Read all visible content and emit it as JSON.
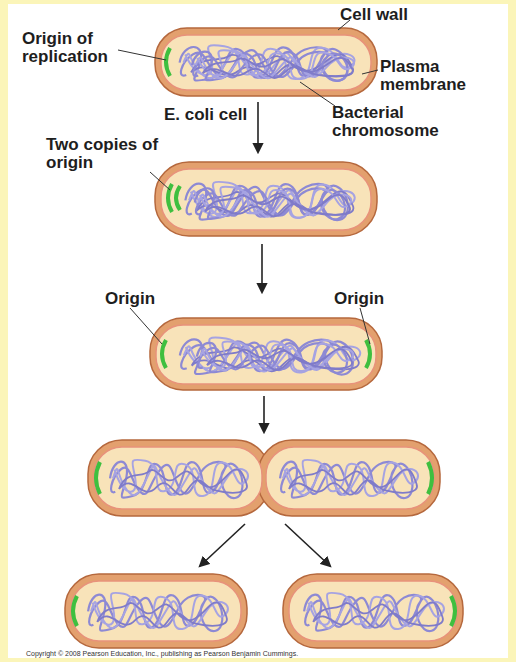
{
  "diagram": {
    "labels": [
      "Cell wall",
      "Origin of replication",
      "Plasma membrane",
      "E. coli cell",
      "Bacterial chromosome",
      "Two copies of origin",
      "Origin",
      "Origin",
      "Copyright © 2008 Pearson Education, Inc., publishing as Pearson Benjamin Cummings."
    ]
  }
}
